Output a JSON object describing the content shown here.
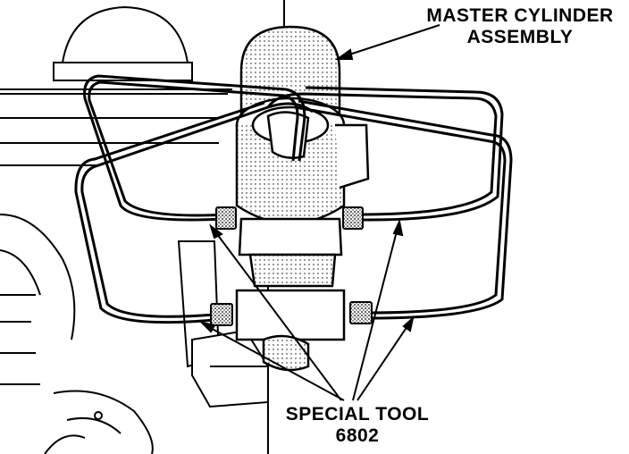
{
  "labels": {
    "master_cylinder": [
      "MASTER CYLINDER",
      "ASSEMBLY"
    ],
    "special_tool": [
      "SPECIAL TOOL",
      "6802"
    ]
  },
  "colors": {
    "ink": "#000000",
    "paper": "#ffffff",
    "shade": "#9a9a9a"
  }
}
